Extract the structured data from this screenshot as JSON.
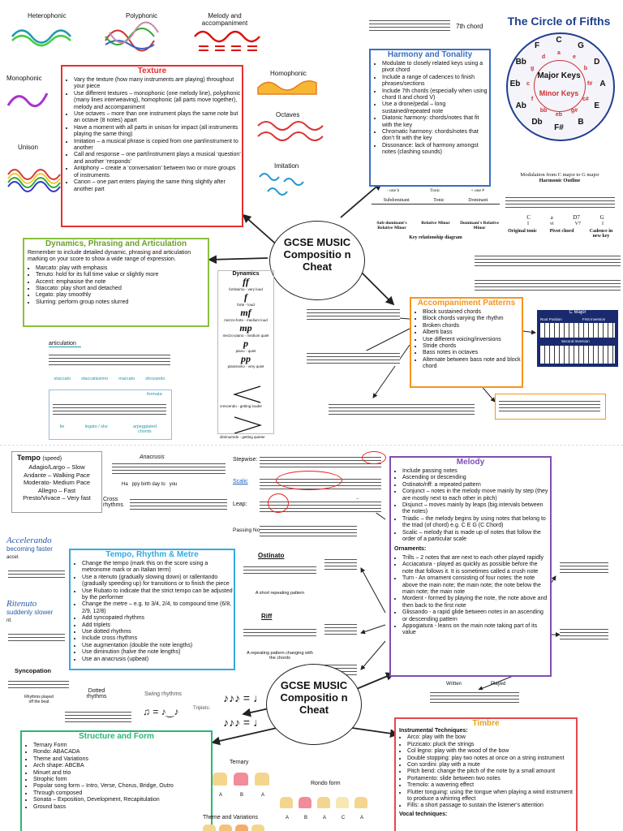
{
  "texture_labels": {
    "heterophonic": "Heterophonic",
    "polyphonic": "Polyphonic",
    "melody_acc": "Melody and accompaniment",
    "monophonic": "Monophonic",
    "unison": "Unison",
    "homophonic": "Homophonic",
    "octaves": "Octaves",
    "imitation": "Imitation"
  },
  "texture": {
    "title": "Texture",
    "items": [
      "Vary the texture (how many instruments are playing) throughout your piece",
      "Use different textures – monophonic (one melody line), polyphonic (many lines interweaving), homophonic (all parts move together), melody and accompaniment",
      "Use octaves – more than one instrument plays the same note but an octave (8 notes) apart",
      "Have a moment with all parts in unison for impact (all instruments playing the same thing)",
      "Imitation – a musical phrase is copied from one part/instrument to another",
      "Call and response – one part/instrument plays a musical ‘question’ and another ‘responds’",
      "Antiphony – create a ‘conversation’ between two or more groups of instruments",
      "Canon – one part enters playing the same thing slightly after another part"
    ]
  },
  "harmony": {
    "title": "Harmony and Tonality",
    "items": [
      "Modulate to closely related keys using a pivot chord",
      "Include a range of cadences to finish phrases/sections",
      "Include 7th chords (especially when using chord II and chord V)",
      "Use a drone/pedal – long sustained/repeated note",
      "Diatonic harmony: chords/notes that fit with the key",
      "Chromatic harmony: chords/notes that don’t fit with the key",
      "Dissonance: lack of harmony amongst notes (clashing sounds)"
    ]
  },
  "seventh_chord": "7th chord",
  "circle": {
    "title": "The Circle of Fifths",
    "major": "Major Keys",
    "minor": "Minor Keys",
    "outer": [
      "C",
      "G",
      "D",
      "A",
      "E",
      "B",
      "F#",
      "Db",
      "Ab",
      "Eb",
      "Bb",
      "F"
    ],
    "inner": [
      "a",
      "e",
      "b",
      "f#",
      "c#",
      "g#",
      "eb",
      "bb",
      "f",
      "c",
      "g",
      "d"
    ]
  },
  "modulation": {
    "title": "Modulation from C major to G major",
    "subtitle": "Harmonic Outline",
    "chords": [
      "C",
      "a",
      "D7",
      "G"
    ],
    "numerals": [
      "I",
      "vi",
      "V7",
      "I"
    ],
    "captions": [
      "Original tonic",
      "Pivot chord",
      "Cadence in new key"
    ]
  },
  "key_diagram": {
    "top": [
      "- one b",
      "Tonic",
      "+ one #"
    ],
    "mid": [
      "Subdominant",
      "Tonic",
      "Dominant"
    ],
    "bottom": [
      "Sub-dominant's Relative Minor",
      "Relative Minor",
      "Dominant's Relative Minor"
    ],
    "caption": "Key relationship diagram"
  },
  "hub": {
    "text": "GCSE MUSIC Compositio n Cheat"
  },
  "dynamics_box": {
    "title": "Dynamics, Phrasing and Articulation",
    "intro": "Remember to include detailed dynamic, phrasing and articulation marking on your score to show a wide range of expression.",
    "items": [
      "Marcato: play with emphasis",
      "Tenuto: hold for its full time value or slightly more",
      "Accent: emphasise the note",
      "Staccato: play short and detached",
      "Legato: play smoothly",
      "Slurring: perform group notes slurred"
    ]
  },
  "articulation": {
    "label": "articulation",
    "marks": [
      "staccato",
      "staccatissimo",
      "marcato",
      "sforzando"
    ],
    "marks2": [
      "fermata"
    ],
    "marks3": [
      "tie",
      "legato / slur",
      "arpeggiated chords"
    ]
  },
  "dynamics_list": {
    "title": "Dynamics",
    "items": [
      {
        "sym": "ff",
        "txt": "fortissimo - very loud"
      },
      {
        "sym": "f",
        "txt": "forte - loud"
      },
      {
        "sym": "mf",
        "txt": "mezzo-forte - medium loud"
      },
      {
        "sym": "mp",
        "txt": "mezzo-piano - medium quiet"
      },
      {
        "sym": "p",
        "txt": "piano - quiet"
      },
      {
        "sym": "pp",
        "txt": "pianissimo - very quiet"
      }
    ],
    "cresc": "crescendo - getting louder",
    "dim": "diminuendo - getting quieter"
  },
  "accompaniment": {
    "title": "Accompaniment Patterns",
    "items": [
      "Block sustained chords",
      "Block chords varying the rhythm",
      "Broken chords",
      "Alberti bass",
      "Use different voicing/inversions",
      "Stride chords",
      "Bass notes in octaves",
      "Alternate between bass note and block chord"
    ]
  },
  "piano": {
    "title": "C Major",
    "root": "Root Position",
    "first": "First Inversion",
    "second": "Second Inversion"
  },
  "tempo_speed": {
    "title": "Tempo",
    "sub": "(speed)",
    "items": [
      "Adagio/Largo – Slow",
      "Andante – Walking Pace",
      "Moderato- Medium Pace",
      "Allegro – Fast",
      "Presto/Vivace – Very fast"
    ]
  },
  "anacrusis": {
    "label": "Anacrusis",
    "lyrics": "Ha   ppy birth day to   you"
  },
  "cross_rhythms": "Cross rhythms",
  "accel": {
    "title": "Accelerando",
    "sub": "becoming faster",
    "abbr": "accel."
  },
  "rit": {
    "title": "Ritenuto",
    "sub": "suddenly slower",
    "abbr": "rit."
  },
  "tempo_box": {
    "title": "Tempo, Rhythm & Metre",
    "items": [
      "Change the tempo (mark this on the score using a metronome mark or an Italian term)",
      "Use a ritenuto (gradually slowing down) or rallentando (gradually speeding up) for transitions or to finish the piece",
      "Use Rubato to indicate that the strict tempo can be adjusted by the performer",
      "Change the metre – e.g. to 3/4, 2/4, to compound time (6/8, 2/9, 12/8)",
      "Add syncopated rhythms",
      "Add triplets",
      "Use dotted rhythms",
      "Include cross rhythms",
      "Use augmentation (double the note lengths)",
      "Use diminution (halve the note lengths)",
      "Use an anacrusis (upbeat)"
    ]
  },
  "motion": {
    "stepwise": "Stepwise:",
    "scalic": "Scalic",
    "leap": "Leap:",
    "passing": "Passing Note:"
  },
  "ostinato": {
    "title": "Ostinato",
    "caption": "A short repeating pattern"
  },
  "riff": {
    "title": "Riff",
    "caption": "A repeating pattern changing with the chords"
  },
  "melody": {
    "title": "Melody",
    "items": [
      "Include passing notes",
      "Ascending or descending",
      "Ostinato/riff: a repeated pattern",
      "Conjunct – notes in the melody move mainly by step (they are mostly next to each other in pitch)",
      "Disjunct – moves mainly by leaps (big intervals between the notes)",
      "Triadic – the melody begins by using notes that belong to the triad (of chord) e.g. C E G (C Chord)",
      "Scalic – melody that is made up of notes that follow the order of a particular scale"
    ],
    "orn_title": "Ornaments:",
    "ornaments": [
      "Trills – 2 notes that are next to each other played rapidly",
      "Acciacatura - played as quickly as possible before the note that follows it. It is sometimes called a crush note",
      "Turn - An ornament consisting of four notes: the note above the main note; the main note; the note below the main note; the main note",
      "Mordent - formed by playing the note, the note above and then back to the first note",
      "Glissando - a rapid glide between notes in an ascending or descending pattern",
      "Appogiatura - leans on the main note taking part of its value"
    ]
  },
  "written_played": {
    "written": "Written",
    "played": "Played"
  },
  "syncopation": {
    "title": "Syncopation",
    "caption": "Rhythms played off the beat"
  },
  "dotted": "Dotted rhythms",
  "swing": "Swing rhythms",
  "triplets": "Triplets:",
  "structure": {
    "title": "Structure and Form",
    "items": [
      "Ternary Form",
      "Rondo: ABACADA",
      "Theme and Variations",
      "Arch shape: ABCBA",
      "Minuet and trio",
      "Strophic form",
      "Popular song form – Intro, Verse, Chorus, Bridge, Outro",
      "Through composed",
      "Sonata – Exposition, Development, Recapitulation",
      "Ground bass"
    ]
  },
  "ternary": {
    "title": "Ternary",
    "letters": [
      "A",
      "B",
      "A"
    ]
  },
  "rondo": {
    "title": "Rondo form",
    "letters": [
      "A",
      "B",
      "A",
      "C",
      "A"
    ]
  },
  "theme_var": "Theme and Variations",
  "timbre": {
    "title": "Timbre",
    "sub": "Instrumental Techniques:",
    "items": [
      "Arco: play with the bow",
      "Pizzicato: pluck the strings",
      "Col legno: play with the wood of the bow",
      "Double stopping: play two notes at once on a string instrument",
      "Con sordini: play with a mute",
      "Pitch bend: change the pitch of the note by a small amount",
      "Portamento: slide between two notes",
      "Tremolo: a wavering effect",
      "Flutter tonguing: using the tongue when playing a wind instrument to produce a whirring effect",
      "Fills: a short passage to sustain the listener's attention"
    ],
    "vocal": "Vocal techniques:"
  }
}
